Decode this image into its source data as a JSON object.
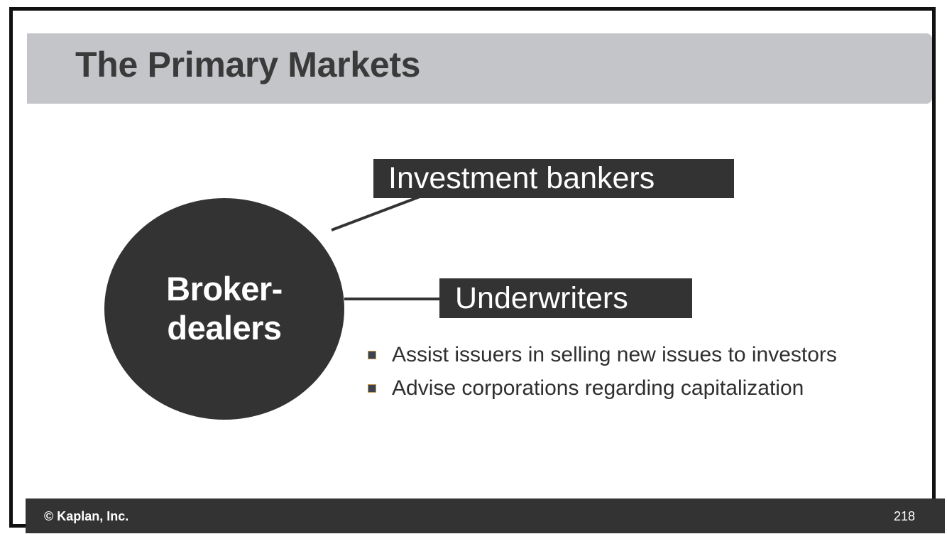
{
  "slide": {
    "title": "The Primary Markets",
    "colors": {
      "title_bar_bg": "#c3c5c8",
      "title_text": "#3a3a3a",
      "dark": "#333333",
      "frame": "#111111",
      "body_text": "#2f2f2f",
      "bullet_marker_fill": "#3b4250",
      "bullet_marker_border": "#c79a52"
    }
  },
  "diagram": {
    "center_node": {
      "label": "Broker-\ndealers",
      "shape": "circle"
    },
    "branches": [
      {
        "label": "Investment bankers",
        "connector": "diagonal"
      },
      {
        "label": "Underwriters",
        "connector": "horizontal"
      }
    ],
    "bullets": [
      "Assist issuers in selling new issues to investors",
      "Advise corporations regarding capitalization"
    ]
  },
  "footer": {
    "copyright": "© Kaplan, Inc.",
    "page_number": "218"
  }
}
